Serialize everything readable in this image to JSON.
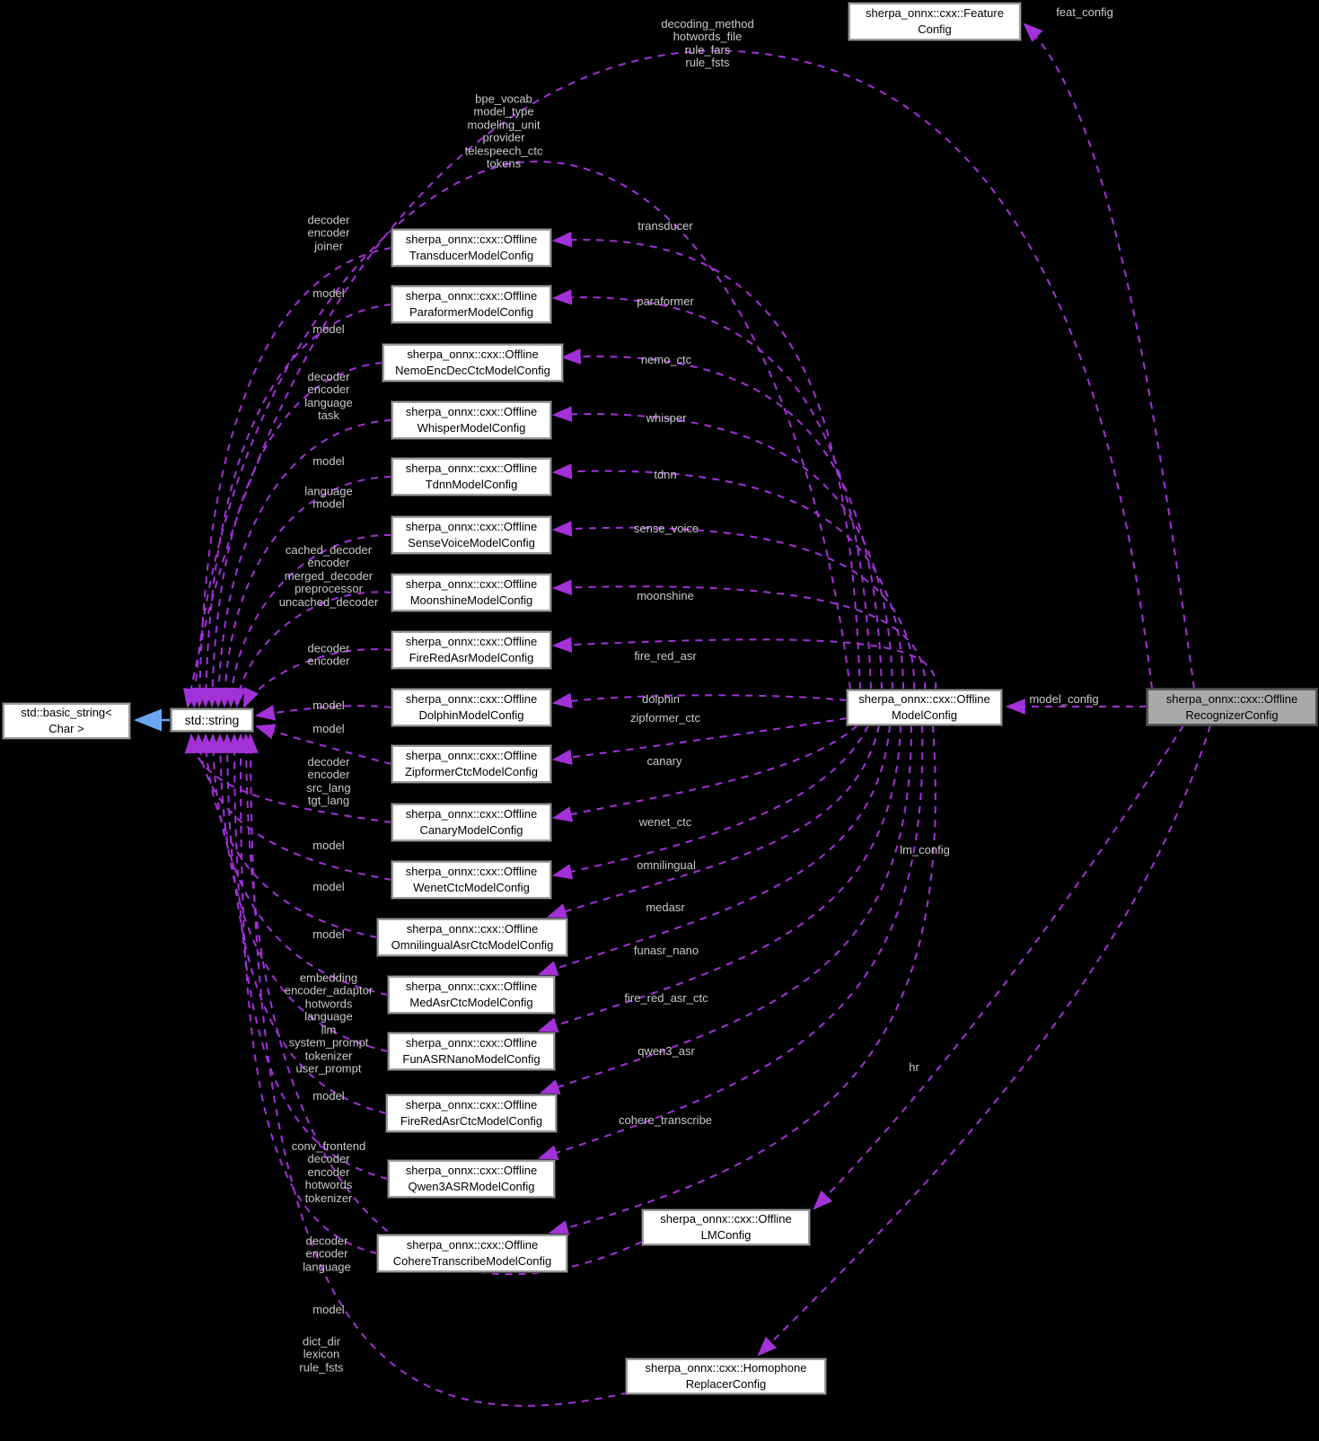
{
  "diagram_type": "doxygen-collaboration-graph",
  "colors": {
    "background": "#000000",
    "containment_edge": "#a331d8",
    "inheritance_edge": "#6aa5f2",
    "node_background": "#ffffff",
    "node_border": "#9c9c9c",
    "highlight_node_background": "#a9a9a9",
    "node_text": "#000000",
    "edge_label_text": "#c9c9c9"
  },
  "nodes": {
    "basic_string": {
      "line1": "std::basic_string<",
      "line2": "Char >"
    },
    "string": {
      "line1": "std::string",
      "line2": ""
    },
    "feature_config": {
      "line1": "sherpa_onnx::cxx::Feature",
      "line2": "Config"
    },
    "transducer": {
      "line1": "sherpa_onnx::cxx::Offline",
      "line2": "TransducerModelConfig"
    },
    "paraformer": {
      "line1": "sherpa_onnx::cxx::Offline",
      "line2": "ParaformerModelConfig"
    },
    "nemo": {
      "line1": "sherpa_onnx::cxx::Offline",
      "line2": "NemoEncDecCtcModelConfig"
    },
    "whisper": {
      "line1": "sherpa_onnx::cxx::Offline",
      "line2": "WhisperModelConfig"
    },
    "tdnn": {
      "line1": "sherpa_onnx::cxx::Offline",
      "line2": "TdnnModelConfig"
    },
    "sense_voice": {
      "line1": "sherpa_onnx::cxx::Offline",
      "line2": "SenseVoiceModelConfig"
    },
    "moonshine": {
      "line1": "sherpa_onnx::cxx::Offline",
      "line2": "MoonshineModelConfig"
    },
    "fire_red_asr": {
      "line1": "sherpa_onnx::cxx::Offline",
      "line2": "FireRedAsrModelConfig"
    },
    "dolphin": {
      "line1": "sherpa_onnx::cxx::Offline",
      "line2": "DolphinModelConfig"
    },
    "zipformer_ctc": {
      "line1": "sherpa_onnx::cxx::Offline",
      "line2": "ZipformerCtcModelConfig"
    },
    "canary": {
      "line1": "sherpa_onnx::cxx::Offline",
      "line2": "CanaryModelConfig"
    },
    "wenet_ctc": {
      "line1": "sherpa_onnx::cxx::Offline",
      "line2": "WenetCtcModelConfig"
    },
    "omnilingual": {
      "line1": "sherpa_onnx::cxx::Offline",
      "line2": "OmnilingualAsrCtcModelConfig"
    },
    "medasr": {
      "line1": "sherpa_onnx::cxx::Offline",
      "line2": "MedAsrCtcModelConfig"
    },
    "funasr_nano": {
      "line1": "sherpa_onnx::cxx::Offline",
      "line2": "FunASRNanoModelConfig"
    },
    "fire_red_asr_ctc": {
      "line1": "sherpa_onnx::cxx::Offline",
      "line2": "FireRedAsrCtcModelConfig"
    },
    "qwen3_asr": {
      "line1": "sherpa_onnx::cxx::Offline",
      "line2": "Qwen3ASRModelConfig"
    },
    "cohere": {
      "line1": "sherpa_onnx::cxx::Offline",
      "line2": "CohereTranscribeModelConfig"
    },
    "model_config": {
      "line1": "sherpa_onnx::cxx::Offline",
      "line2": "ModelConfig"
    },
    "recognizer": {
      "line1": "sherpa_onnx::cxx::Offline",
      "line2": "RecognizerConfig"
    },
    "lm_config": {
      "line1": "sherpa_onnx::cxx::Offline",
      "line2": "LMConfig"
    },
    "homophone": {
      "line1": "sherpa_onnx::cxx::Homophone",
      "line2": "ReplacerConfig"
    }
  },
  "labels": {
    "m1": {
      "text": "decoder\nencoder\njoiner"
    },
    "m2": {
      "text": "model"
    },
    "m3": {
      "text": "model"
    },
    "m4": {
      "text": "decoder\nencoder\nlanguage\ntask"
    },
    "m5": {
      "text": "model"
    },
    "m6": {
      "text": "language\nmodel"
    },
    "m7": {
      "text": "cached_decoder\nencoder\nmerged_decoder\npreprocessor\nuncached_decoder"
    },
    "m8": {
      "text": "decoder\nencoder"
    },
    "m9": {
      "text": "model"
    },
    "m10": {
      "text": "model"
    },
    "m11": {
      "text": "decoder\nencoder\nsrc_lang\ntgt_lang"
    },
    "m12": {
      "text": "model"
    },
    "m13": {
      "text": "model"
    },
    "m14": {
      "text": "model"
    },
    "m15": {
      "text": "embedding\nencoder_adaptor\nhotwords\nlanguage\nllm\nsystem_prompt\ntokenizer\nuser_prompt"
    },
    "m16": {
      "text": "model"
    },
    "m17": {
      "text": "conv_frontend\ndecoder\nencoder\nhotwords\ntokenizer"
    },
    "m18": {
      "text": "decoder\nencoder\nlanguage"
    },
    "m19": {
      "text": "model"
    },
    "m20": {
      "text": "dict_dir\nlexicon\nrule_fsts"
    },
    "t1": {
      "text": "decoding_method\nhotwords_file\nrule_fars\nrule_fsts"
    },
    "t2": {
      "text": "bpe_vocab\nmodel_type\nmodeling_unit\nprovider\ntelespeech_ctc\ntokens"
    },
    "r1": {
      "text": "transducer"
    },
    "r2": {
      "text": "paraformer"
    },
    "r3": {
      "text": "nemo_ctc"
    },
    "r4": {
      "text": "whisper"
    },
    "r5": {
      "text": "tdnn"
    },
    "r6": {
      "text": "sense_voice"
    },
    "r7": {
      "text": "moonshine"
    },
    "r8": {
      "text": "fire_red_asr"
    },
    "r9": {
      "text": "dolphin"
    },
    "r10": {
      "text": "zipformer_ctc"
    },
    "r11": {
      "text": "canary"
    },
    "r12": {
      "text": "wenet_ctc"
    },
    "r13": {
      "text": "omnilingual"
    },
    "r14": {
      "text": "medasr"
    },
    "r15": {
      "text": "funasr_nano"
    },
    "r16": {
      "text": "fire_red_asr_ctc"
    },
    "r17": {
      "text": "qwen3_asr"
    },
    "r18": {
      "text": "cohere_transcribe"
    },
    "x1": {
      "text": "feat_config"
    },
    "x2": {
      "text": "model_config"
    },
    "x3": {
      "text": "lm_config"
    },
    "x4": {
      "text": "hr"
    }
  }
}
